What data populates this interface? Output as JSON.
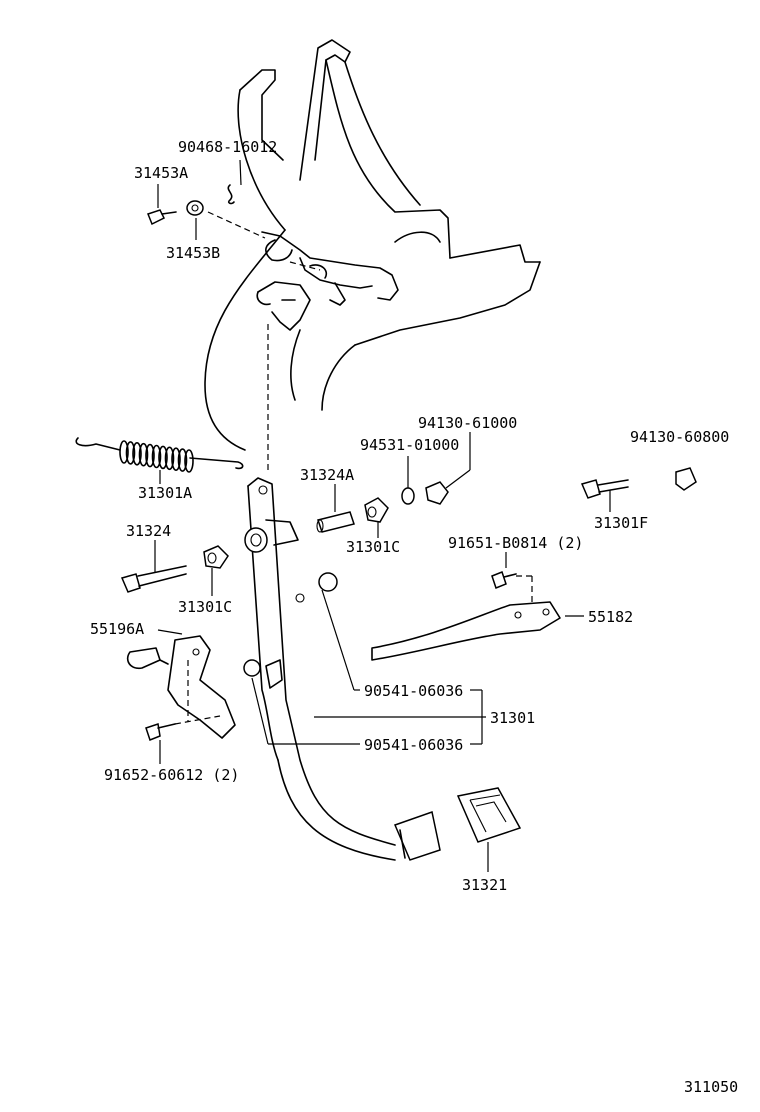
{
  "diagram_code": "311050",
  "labels": {
    "p90468_16012": "90468-16012",
    "p31453a": "31453A",
    "p31453b": "31453B",
    "p31301a": "31301A",
    "p31324a": "31324A",
    "p94531_01000": "94531-01000",
    "p94130_61000": "94130-61000",
    "p94130_60800": "94130-60800",
    "p31301c_1": "31301C",
    "p31301f": "31301F",
    "p31324": "31324",
    "p31301c_2": "31301C",
    "p91651_b0814": "91651-B0814 (2)",
    "p55182": "55182",
    "p55196a": "55196A",
    "p90541_06036_a": "90541-06036",
    "p31301": "31301",
    "p90541_06036_b": "90541-06036",
    "p91652_60612": "91652-60612 (2)",
    "p31321": "31321"
  }
}
